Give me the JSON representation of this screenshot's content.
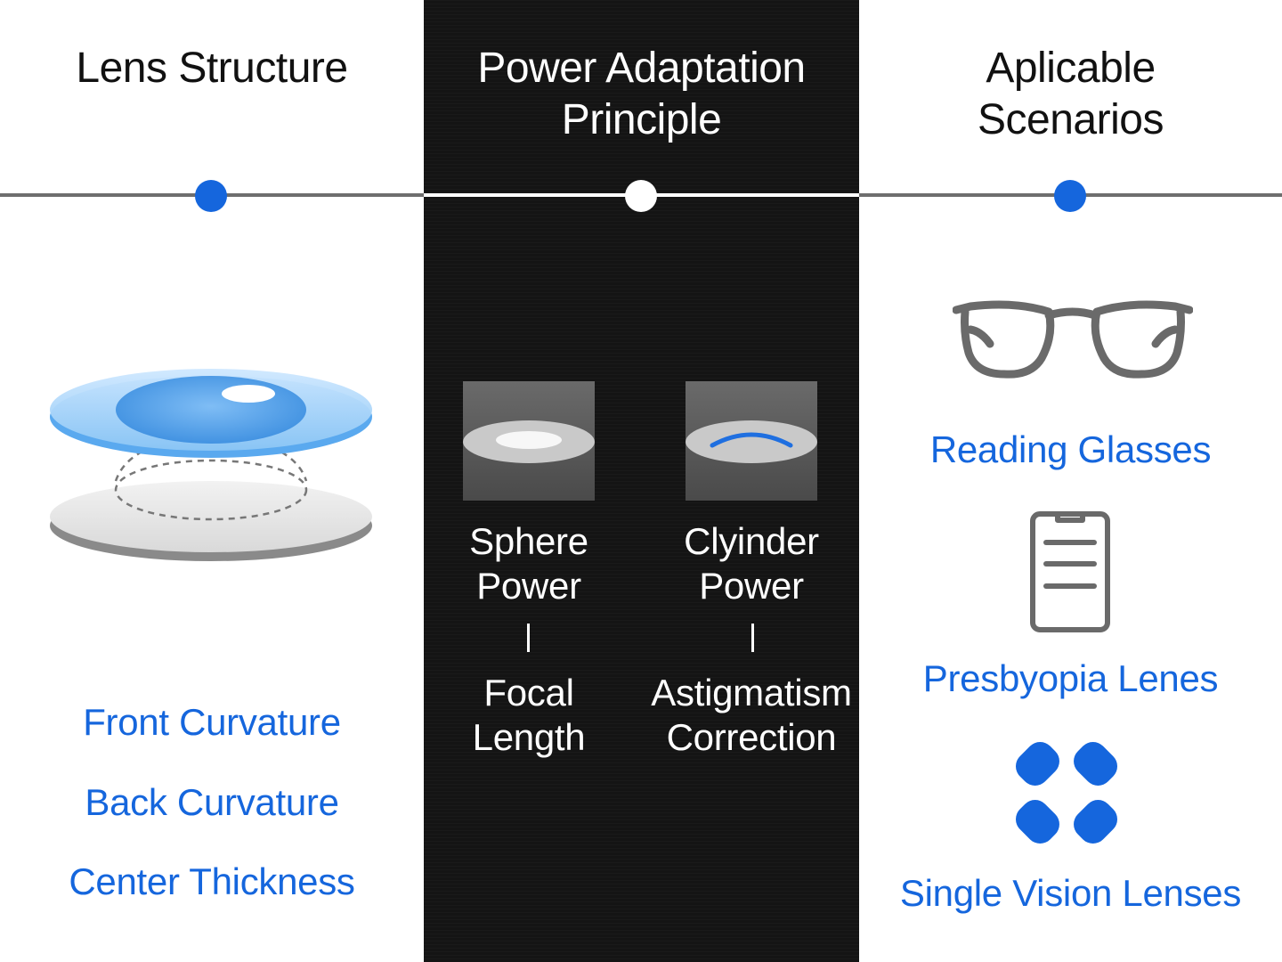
{
  "columns": {
    "lens_structure": {
      "title": "Lens Structure",
      "items": [
        "Front Curvature",
        "Back Curvature",
        "Center Thickness"
      ]
    },
    "power_adaptation": {
      "title_line1": "Power Adaptation",
      "title_line2": "Principle",
      "sphere": {
        "label_line1": "Sphere",
        "label_line2": "Power",
        "effect_line1": "Focal",
        "effect_line2": "Length"
      },
      "cylinder": {
        "label_line1": "Clyinder",
        "label_line2": "Power",
        "effect_line1": "Astigmatism",
        "effect_line2": "Correction"
      }
    },
    "applicable_scenarios": {
      "title_line1": "Aplicable",
      "title_line2": "Scenarios",
      "items": [
        {
          "label": "Reading Glasses",
          "icon": "glasses-icon"
        },
        {
          "label": "Presbyopia Lenes",
          "icon": "clipboard-icon"
        },
        {
          "label": "Single Vision Lenses",
          "icon": "lens-logo-icon"
        }
      ]
    }
  },
  "colors": {
    "accent_blue": "#1566dd",
    "dark_panel": "#141414",
    "timeline_gray": "#6e6e6e",
    "icon_gray": "#6a6a6a"
  }
}
